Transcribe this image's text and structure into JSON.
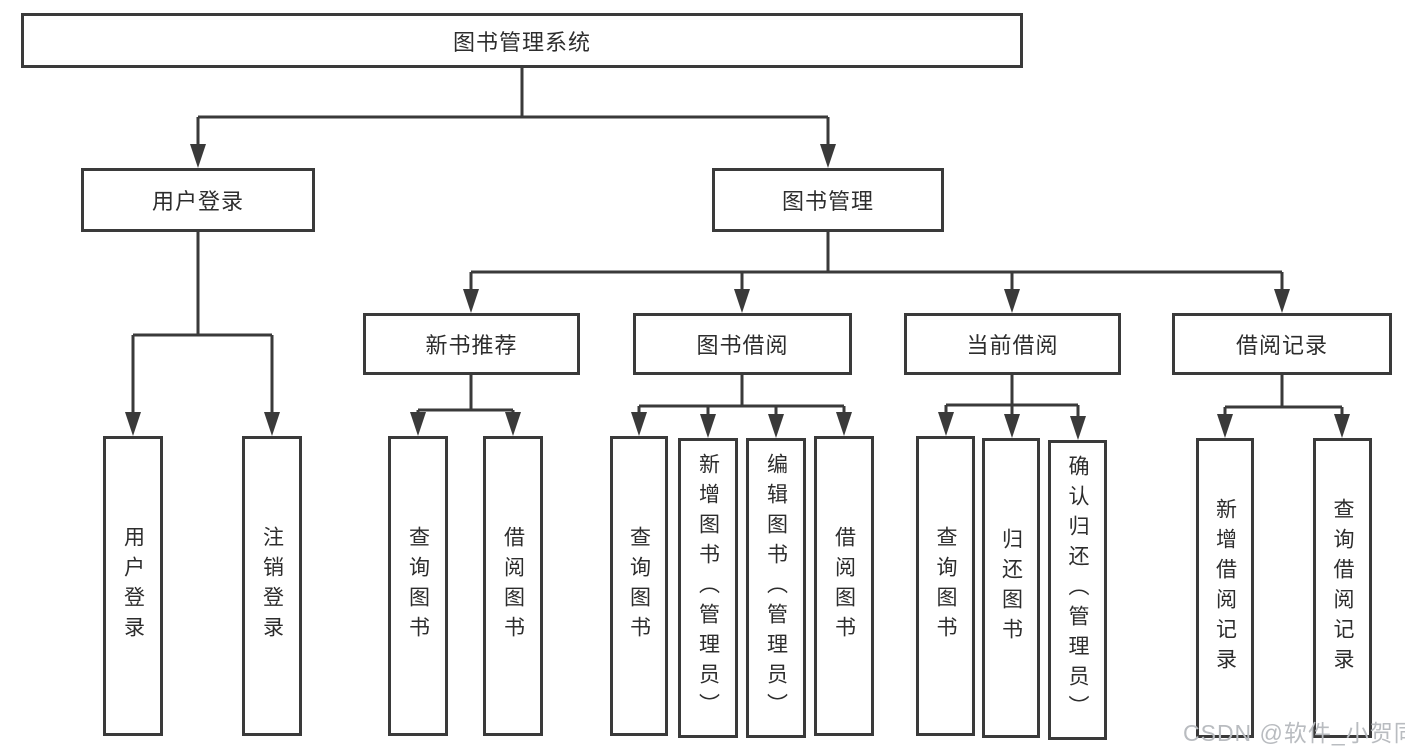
{
  "diagram": {
    "title": "图书管理系统",
    "branches": [
      {
        "label": "用户登录",
        "children": [
          {
            "label": "用户登录"
          },
          {
            "label": "注销登录"
          }
        ]
      },
      {
        "label": "图书管理",
        "children": [
          {
            "label": "新书推荐",
            "children": [
              {
                "label": "查询图书"
              },
              {
                "label": "借阅图书"
              }
            ]
          },
          {
            "label": "图书借阅",
            "children": [
              {
                "label": "查询图书"
              },
              {
                "label": "新增图书（管理员）"
              },
              {
                "label": "编辑图书（管理员）"
              },
              {
                "label": "借阅图书"
              }
            ]
          },
          {
            "label": "当前借阅",
            "children": [
              {
                "label": "查询图书"
              },
              {
                "label": "归还图书"
              },
              {
                "label": "确认归还（管理员）"
              }
            ]
          },
          {
            "label": "借阅记录",
            "children": [
              {
                "label": "新增借阅记录"
              },
              {
                "label": "查询借阅记录"
              }
            ]
          }
        ]
      }
    ]
  },
  "watermark": {
    "text": "CSDN @软件_小贺同学"
  },
  "colors": {
    "line": "#3a3a3a",
    "text": "#2d2d2d",
    "watermark": "#b9bcc0",
    "background": "#ffffff"
  }
}
